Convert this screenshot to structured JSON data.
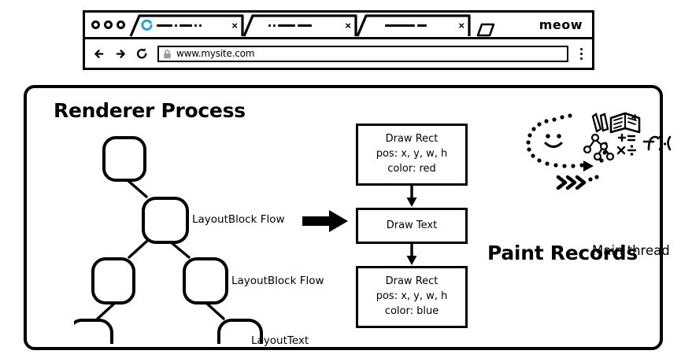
{
  "browser": {
    "brand": "meow",
    "window_controls": [
      "close-dot",
      "minimize-dot",
      "maximize-dot"
    ],
    "tabs": [
      {
        "id": "tab-1",
        "active": true,
        "favicon": "loading-spinner-icon",
        "favicon_color": "#28a3dc",
        "title_placeholder": "— · — ··",
        "close_label": "×"
      },
      {
        "id": "tab-2",
        "active": false,
        "favicon": "none",
        "title_placeholder": "·· —— —",
        "close_label": "×"
      },
      {
        "id": "tab-3",
        "active": false,
        "favicon": "none",
        "title_placeholder": "——— –",
        "close_label": "×"
      }
    ],
    "new_tab_button": "new-tab",
    "toolbar": {
      "back": "←",
      "forward": "→",
      "reload": "↻",
      "security_icon": "lock-icon",
      "url": "www.mysite.com",
      "menu": "kebab-menu"
    }
  },
  "renderer": {
    "title": "Renderer Process",
    "tree": {
      "nodes": [
        {
          "id": "n1",
          "label": ""
        },
        {
          "id": "n2",
          "label": ""
        },
        {
          "id": "n3",
          "label": ""
        },
        {
          "id": "n4",
          "label": ""
        },
        {
          "id": "n5",
          "label": ""
        },
        {
          "id": "n6",
          "label": ""
        }
      ],
      "labels": [
        {
          "id": "label-layoutblock-flow-1",
          "text": "LayoutBlock Flow"
        },
        {
          "id": "label-layoutblock-flow-2",
          "text": "LayoutBlock Flow"
        },
        {
          "id": "label-layouttext",
          "text": "LayoutText"
        }
      ]
    },
    "transform_arrow": "right-arrow",
    "paint_records": {
      "caption": "Paint Records",
      "items": [
        {
          "id": "record-1",
          "lines": [
            "Draw Rect",
            "pos: x, y, w, h",
            "color: red"
          ]
        },
        {
          "id": "record-2",
          "lines": [
            "Draw Text"
          ]
        },
        {
          "id": "record-3",
          "lines": [
            "Draw Rect",
            "pos: x, y, w, h",
            "color: blue"
          ]
        }
      ]
    },
    "main_thread": {
      "label": "Main thread",
      "doodle_icons": [
        "smiley-face-icon",
        "books-icon",
        "node-tree-icon",
        "math-symbols-icon",
        "function-icon"
      ]
    }
  },
  "colors": {
    "ink": "#000000",
    "background": "#ffffff",
    "spinner_blue": "#28a3dc",
    "lock_gray": "#9a9a9a"
  }
}
